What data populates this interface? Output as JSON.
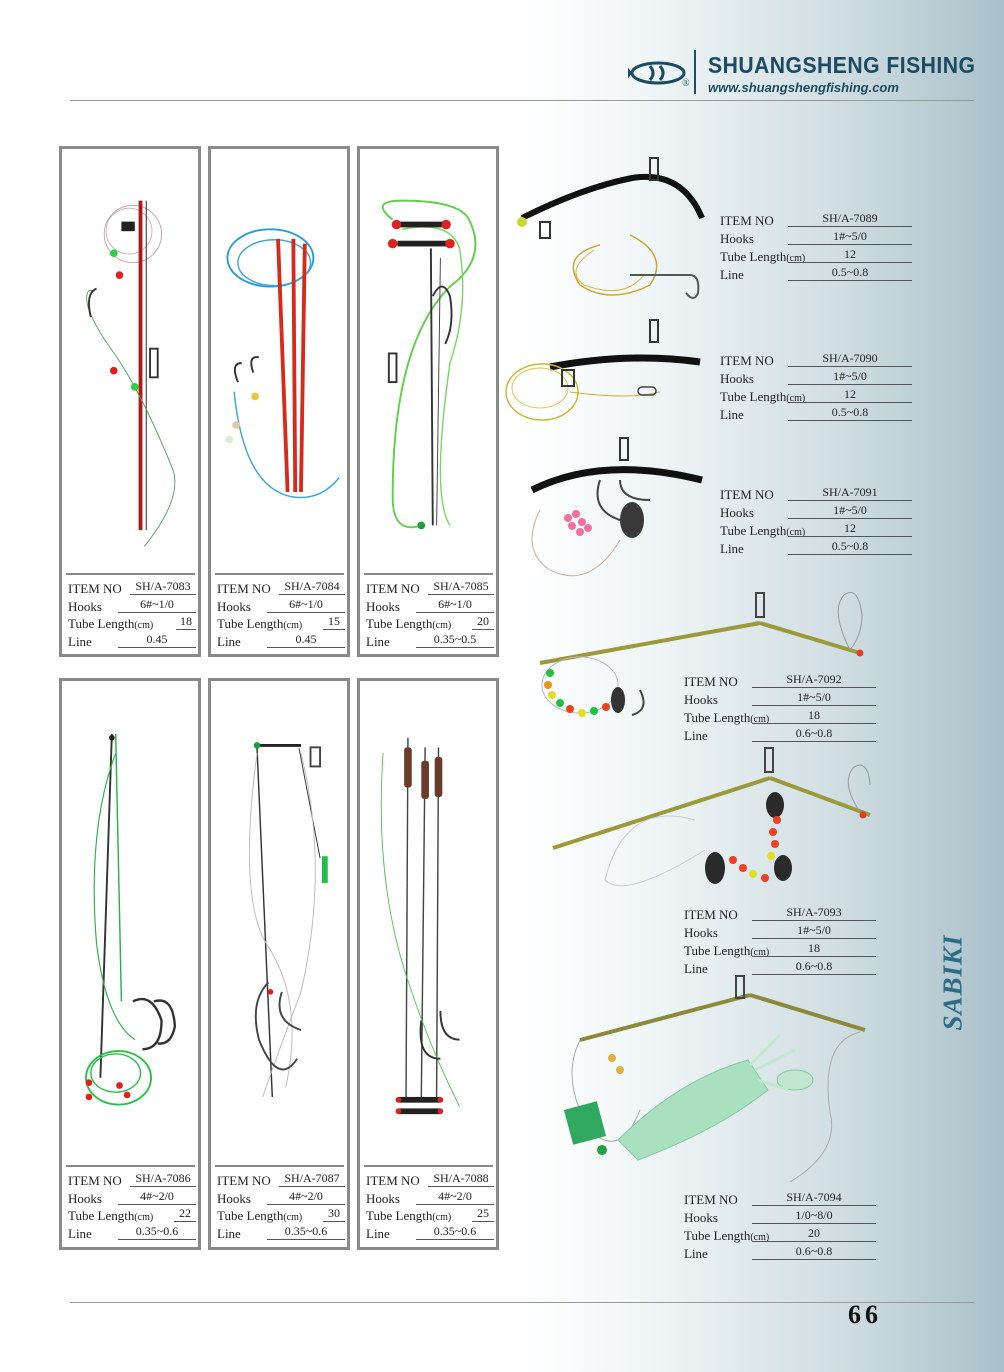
{
  "header": {
    "brand_name": "SHUANGSHENG FISHING",
    "brand_url": "www.shuangshengfishing.com",
    "registered_mark": "®"
  },
  "section_label": "SABIKI",
  "page_number": "66",
  "labels": {
    "item_no": "ITEM NO",
    "hooks": "Hooks",
    "tube_length": "Tube Length",
    "tube_unit": "(cm)",
    "line": "Line"
  },
  "products": [
    {
      "item_no": "SH/A-7083",
      "hooks": "6#~1/0",
      "tube_length": "18",
      "line": "0.45"
    },
    {
      "item_no": "SH/A-7084",
      "hooks": "6#~1/0",
      "tube_length": "15",
      "line": "0.45"
    },
    {
      "item_no": "SH/A-7085",
      "hooks": "6#~1/0",
      "tube_length": "20",
      "line": "0.35~0.5"
    },
    {
      "item_no": "SH/A-7086",
      "hooks": "4#~2/0",
      "tube_length": "22",
      "line": "0.35~0.6"
    },
    {
      "item_no": "SH/A-7087",
      "hooks": "4#~2/0",
      "tube_length": "30",
      "line": "0.35~0.6"
    },
    {
      "item_no": "SH/A-7088",
      "hooks": "4#~2/0",
      "tube_length": "25",
      "line": "0.35~0.6"
    },
    {
      "item_no": "SH/A-7089",
      "hooks": "1#~5/0",
      "tube_length": "12",
      "line": "0.5~0.8"
    },
    {
      "item_no": "SH/A-7090",
      "hooks": "1#~5/0",
      "tube_length": "12",
      "line": "0.5~0.8"
    },
    {
      "item_no": "SH/A-7091",
      "hooks": "1#~5/0",
      "tube_length": "12",
      "line": "0.5~0.8"
    },
    {
      "item_no": "SH/A-7092",
      "hooks": "1#~5/0",
      "tube_length": "18",
      "line": "0.6~0.8"
    },
    {
      "item_no": "SH/A-7093",
      "hooks": "1#~5/0",
      "tube_length": "18",
      "line": "0.6~0.8"
    },
    {
      "item_no": "SH/A-7094",
      "hooks": "1/0~8/0",
      "tube_length": "20",
      "line": "0.6~0.8"
    }
  ],
  "colors": {
    "brand": "#1b4b62",
    "section_label": "#2d6b86",
    "frame": "#8a8a8a"
  }
}
